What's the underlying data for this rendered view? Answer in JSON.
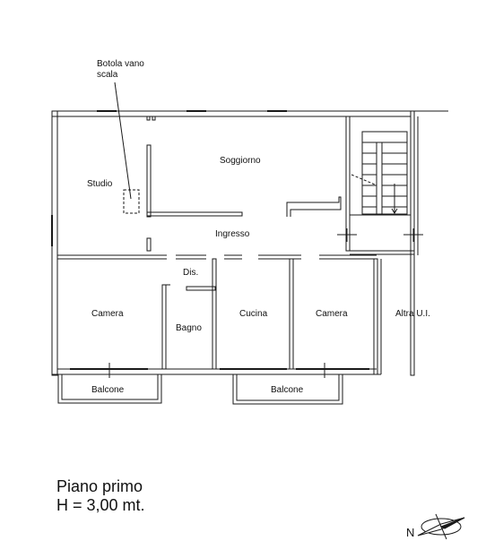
{
  "rooms": {
    "studio": "Studio",
    "soggiorno": "Soggiorno",
    "ingresso": "Ingresso",
    "dis": "Dis.",
    "camera_left": "Camera",
    "bagno": "Bagno",
    "cucina": "Cucina",
    "camera_right": "Camera",
    "altra": "Altra U.I.",
    "balcone_left": "Balcone",
    "balcone_right": "Balcone"
  },
  "annotations": {
    "botola_line1": "Botola vano",
    "botola_line2": "scala"
  },
  "caption": {
    "line1": "Piano primo",
    "line2": "H = 3,00 mt."
  },
  "compass": {
    "north_label": "N"
  }
}
